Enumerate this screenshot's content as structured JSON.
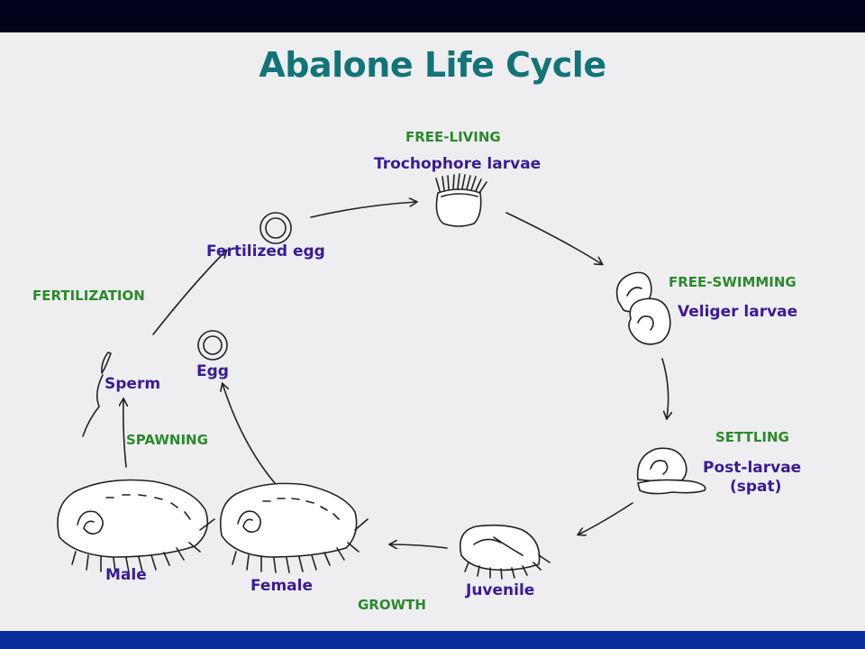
{
  "title": "Abalone Life Cycle",
  "stages": {
    "trochophore": "Trochophore larvae",
    "veliger": "Veliger larvae",
    "post_larvae_1": "Post-larvae",
    "post_larvae_2": "(spat)",
    "juvenile": "Juvenile",
    "female": "Female",
    "male": "Male",
    "egg": "Egg",
    "sperm": "Sperm",
    "fertilized_egg": "Fertilized egg"
  },
  "processes": {
    "free_living": "FREE-LIVING",
    "free_swimming": "FREE-SWIMMING",
    "settling": "SETTLING",
    "growth": "GROWTH",
    "spawning": "SPAWNING",
    "fertilization": "FERTILIZATION"
  },
  "colors": {
    "title": "#127478",
    "stage_label": "#3a1a9a",
    "process_label": "#2a8a2a",
    "top_bar": "#02021c",
    "bottom_bar": "#0a2f9c"
  }
}
